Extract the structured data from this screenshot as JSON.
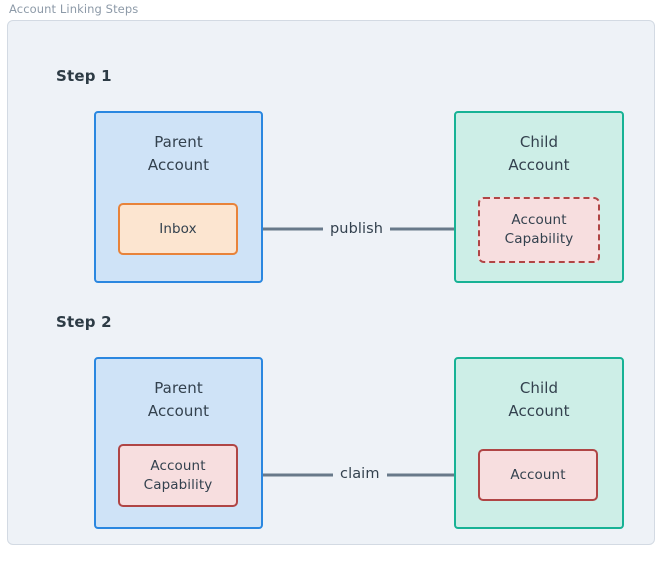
{
  "figure": {
    "caption": "Account Linking Steps",
    "background_color": "#eef2f7",
    "frame_border_color": "#d3dae3"
  },
  "steps": [
    {
      "label": "Step 1",
      "parent": {
        "title": "Parent\nAccount",
        "fill": "#cfe3f7",
        "stroke": "#2a87e0",
        "node": {
          "label": "Inbox",
          "fill": "#fce5d0",
          "stroke": "#e8833a",
          "border_style": "solid"
        }
      },
      "child": {
        "title": "Child\nAccount",
        "fill": "#cdeee7",
        "stroke": "#17b295",
        "node": {
          "label": "Account\nCapability",
          "fill": "#f7dedf",
          "stroke": "#b04545",
          "border_style": "dashed"
        }
      },
      "edge": {
        "label": "publish",
        "direction": "right-to-left",
        "color": "#68798a"
      }
    },
    {
      "label": "Step 2",
      "parent": {
        "title": "Parent\nAccount",
        "fill": "#cfe3f7",
        "stroke": "#2a87e0",
        "node": {
          "label": "Account\nCapability",
          "fill": "#f7dedf",
          "stroke": "#b04545",
          "border_style": "solid"
        }
      },
      "child": {
        "title": "Child\nAccount",
        "fill": "#cdeee7",
        "stroke": "#17b295",
        "node": {
          "label": "Account",
          "fill": "#f7dedf",
          "stroke": "#b04545",
          "border_style": "solid"
        }
      },
      "edge": {
        "label": "claim",
        "direction": "left-to-right",
        "color": "#68798a"
      }
    }
  ]
}
